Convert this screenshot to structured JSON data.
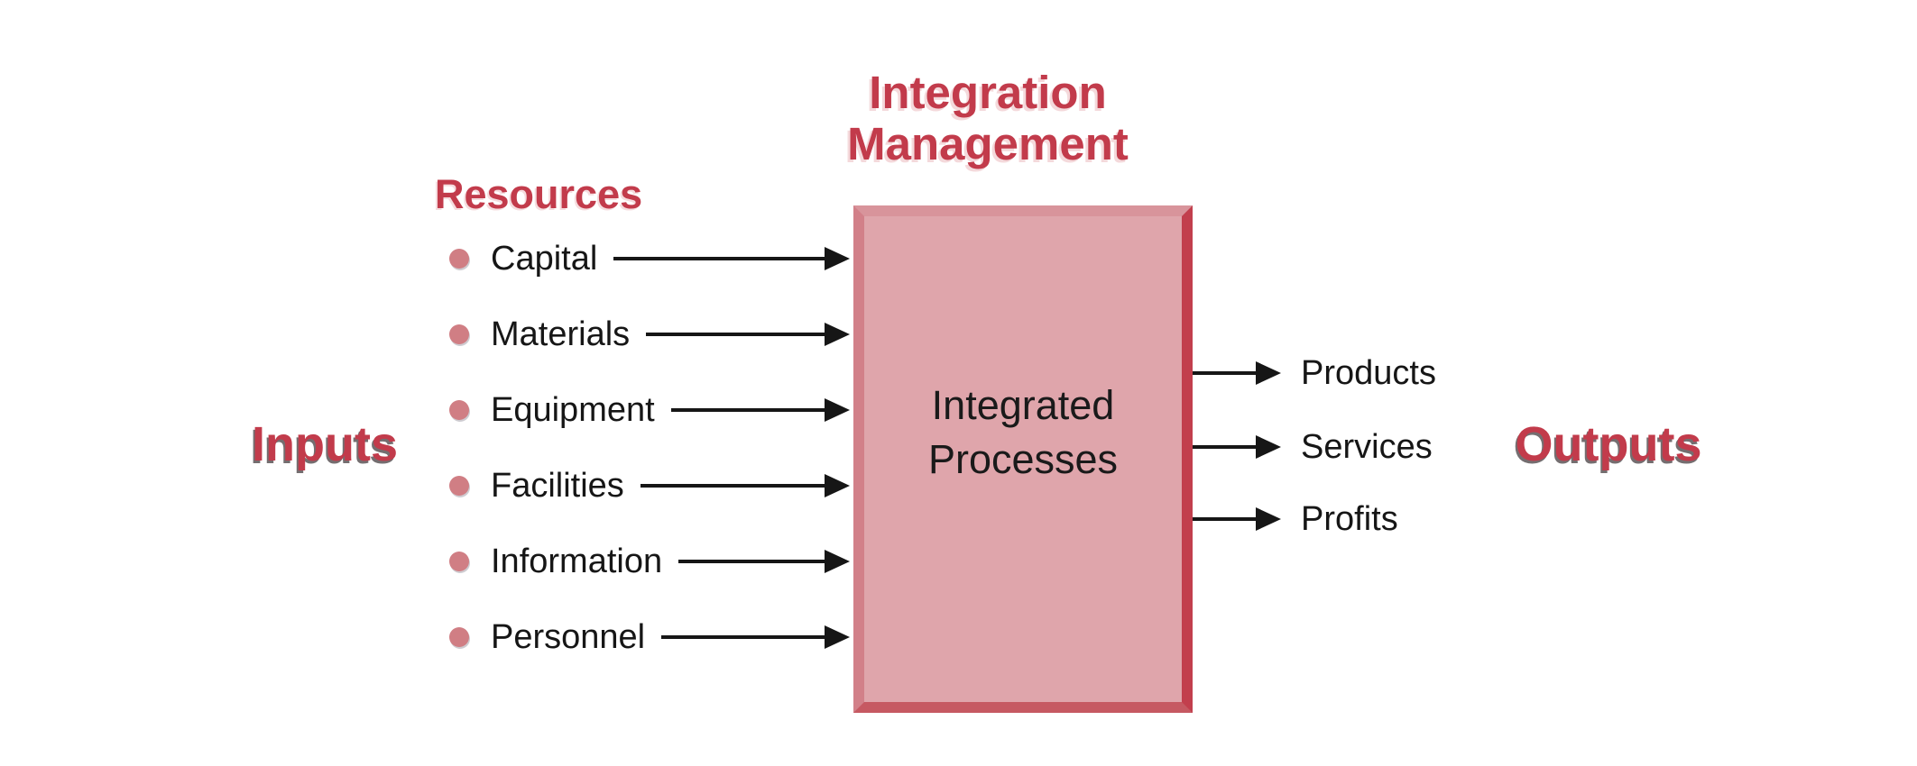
{
  "title": "Integration Management",
  "inputs_label": "Inputs",
  "outputs_label": "Outputs",
  "resources": {
    "heading": "Resources",
    "items": [
      "Capital",
      "Materials",
      "Equipment",
      "Facilities",
      "Information",
      "Personnel"
    ]
  },
  "process_box": {
    "label": "Integrated Processes"
  },
  "outputs": [
    "Products",
    "Services",
    "Profits"
  ],
  "colors": {
    "accent_crimson": "#c23b4b",
    "box_fill": "#dfa5ab",
    "box_bevel_light": "#d28089",
    "box_bevel_dark": "#c23f4d",
    "bullet": "#d07e84",
    "arrow": "#161616",
    "background": "#ffffff"
  }
}
